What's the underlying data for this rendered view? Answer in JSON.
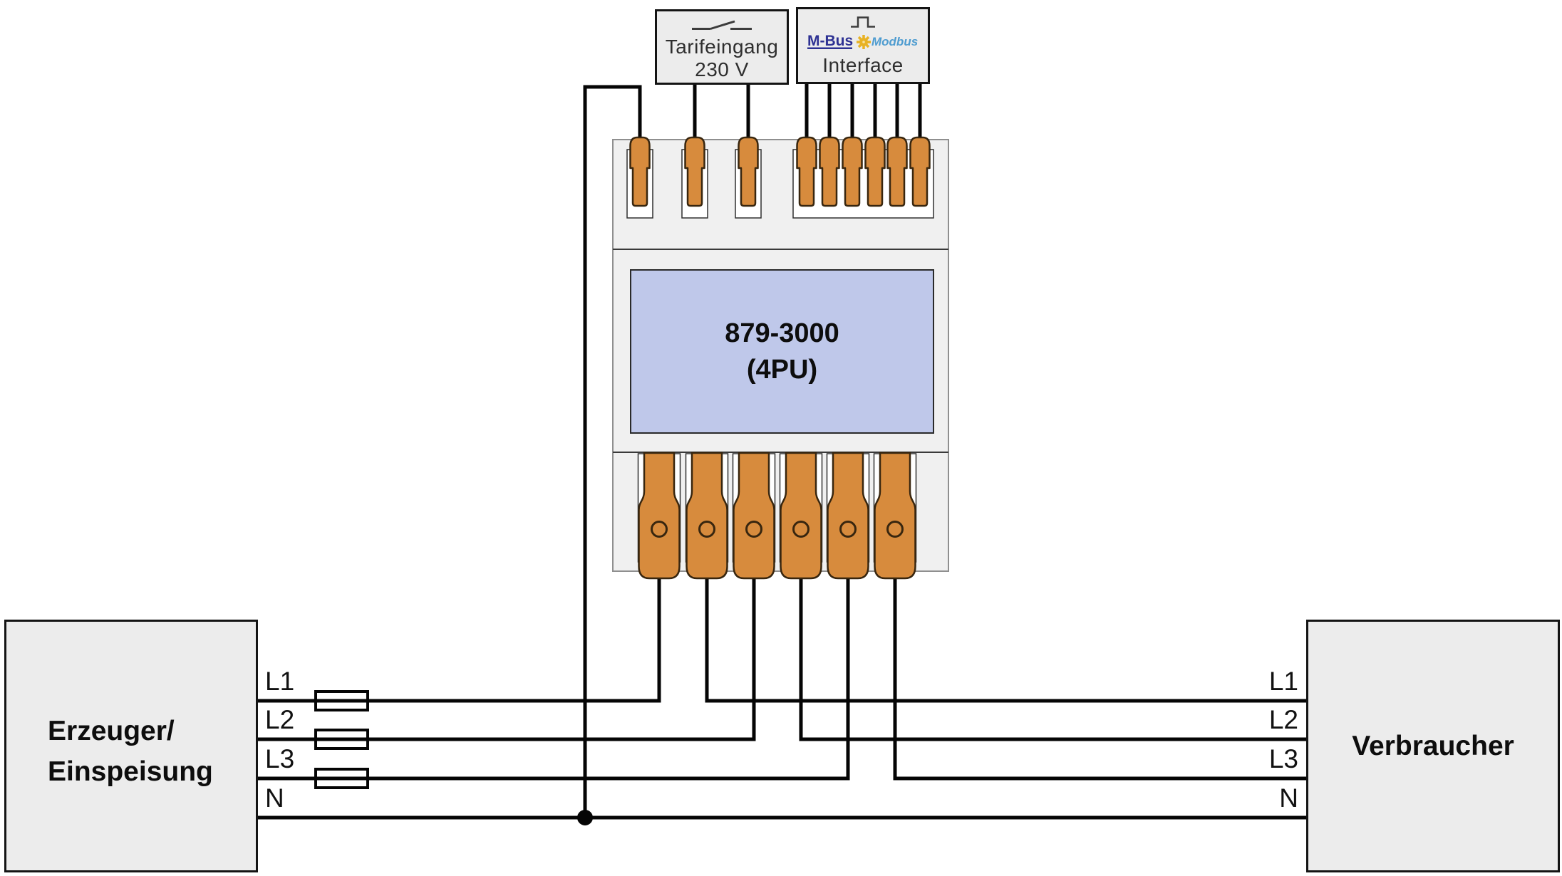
{
  "tariff_box": {
    "label_line1": "Tarifeingang",
    "label_line2": "230 V"
  },
  "interface_box": {
    "mbus": "M-Bus",
    "modbus": "Modbus",
    "label": "Interface"
  },
  "meter": {
    "model": "879-3000",
    "variant": "(4PU)"
  },
  "source_box": {
    "label_line1": "Erzeuger/",
    "label_line2": "Einspeisung"
  },
  "load_box": {
    "label": "Verbraucher"
  },
  "left_terminals": {
    "labels": [
      "L1",
      "L2",
      "L3",
      "N"
    ]
  },
  "right_terminals": {
    "labels": [
      "L1",
      "L2",
      "L3",
      "N"
    ]
  },
  "colors": {
    "terminal_orange": "#d78b3d",
    "terminal_outline": "#38260f",
    "panel_blue": "#bfc8ea",
    "mbus_navy": "#2d3193",
    "modbus_blue": "#4e9cd0",
    "gear_yellow": "#e8b224",
    "wire_black": "#050505",
    "box_gray": "#ececec",
    "device_gray": "#f0f0f0"
  }
}
